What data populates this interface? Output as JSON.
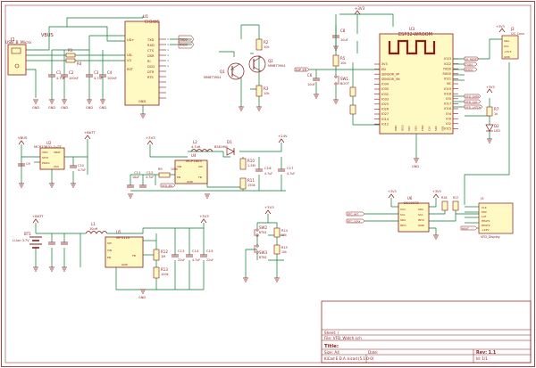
{
  "esp32": {
    "ref": "U3",
    "name": "ESP32-WROOM",
    "pins_left": [
      "3V3",
      "EN",
      "SENSOR_VP",
      "SENSOR_VN",
      "IO34",
      "IO35",
      "IO32",
      "IO33",
      "IO25",
      "IO26",
      "IO27",
      "IO14",
      "IO12"
    ],
    "pins_right": [
      "IO23",
      "IO22",
      "TXD0",
      "RXD0",
      "IO21",
      "NC",
      "IO19",
      "IO18",
      "IO5",
      "IO17",
      "IO16",
      "IO4",
      "IO0",
      "IO2",
      "IO15"
    ],
    "pins_bottom": [
      "GND",
      "IO13",
      "SD2",
      "SD3",
      "CMD",
      "CLK",
      "SD0",
      "SD1"
    ],
    "nets_right": [
      "IO_RESET",
      "TXD0",
      "RXD0",
      "VFD_DATA",
      "VFD_CLK",
      "VFD_LATCH"
    ],
    "gnd": "GND"
  },
  "usb": {
    "ref": "J1",
    "name": "USB_B_Micro",
    "vbus": "VBUS"
  },
  "ch340": {
    "ref": "U1",
    "name": "CH340C",
    "pins_left": [
      "UD+",
      "UD-",
      "V3",
      "RST"
    ],
    "pins_right": [
      "TXD",
      "RXD",
      "CTS",
      "DSR",
      "RI",
      "DCD",
      "DTR",
      "RTS"
    ],
    "pins_bottom": [
      "GND"
    ]
  },
  "transistors": [
    {
      "ref": "Q1",
      "name": "MMBT3904",
      "bias": "R2",
      "bias_value": "10k"
    },
    {
      "ref": "Q2",
      "name": "MMBT3904",
      "bias": "R3",
      "bias_value": "10k"
    }
  ],
  "caps_usb": [
    {
      "ref": "C1",
      "value": "4.7uF"
    },
    {
      "ref": "C2",
      "value": "100nF"
    },
    {
      "ref": "C3",
      "value": "4.7uF"
    },
    {
      "ref": "C4",
      "value": "100nF"
    }
  ],
  "usb_resistors": [
    {
      "ref": "R1",
      "value": "22"
    },
    {
      "ref": "R4",
      "value": "22"
    }
  ],
  "en_circuit": {
    "resistor": {
      "ref": "R5",
      "value": "10k"
    },
    "cap": {
      "ref": "C6",
      "value": "10uF"
    },
    "sw": {
      "ref": "SW1",
      "label": "BOOT"
    },
    "net": "ESP_EN",
    "supply": "+3V3"
  },
  "top_cap": {
    "ref": "C8",
    "value": "10uF"
  },
  "led": {
    "ref": "D2",
    "label": "LED",
    "resistor": "R7",
    "value": "1k"
  },
  "connector": {
    "ref": "J2",
    "name": "I2C_Conn",
    "pins": [
      "SDA",
      "SCL",
      "+3V3",
      "GND"
    ]
  },
  "battery_charger": {
    "ref": "U2",
    "name": "MCP73831-2-OT",
    "pins": [
      "VDD",
      "STAT",
      "PROG",
      "VBAT",
      "VSS"
    ],
    "input": "VBUS",
    "output": "+BATT",
    "cap_in": {
      "ref": "C9",
      "value": "4.7uF"
    },
    "cap_out": {
      "ref": "C10",
      "value": "4.7uF"
    }
  },
  "ldo": {
    "ref": "U4",
    "name": "MCP1603",
    "inductor": {
      "ref": "L2",
      "value": "4.7uH"
    },
    "diode": {
      "ref": "D1",
      "value": "B5819W"
    },
    "pins": [
      "VIN",
      "SW",
      "EN",
      "FB",
      "GND"
    ],
    "resistors": [
      {
        "ref": "R9",
        "value": "100k"
      },
      {
        "ref": "R10",
        "value": "1.5M"
      },
      {
        "ref": "R11",
        "value": "150k"
      }
    ],
    "caps": [
      {
        "ref": "C11",
        "value": "10uF"
      },
      {
        "ref": "C12",
        "value": "4.7uF"
      },
      {
        "ref": "C16",
        "value": "4.7uF"
      },
      {
        "ref": "C17",
        "value": "4.7uF"
      }
    ],
    "net": "VFD_EN",
    "output": "+24V"
  },
  "battery": {
    "ref": "BT1",
    "value": "Li-Ion 3.7V",
    "net": "+BATT"
  },
  "boost": {
    "ref": "U5",
    "name": "MP3120",
    "inductor": {
      "ref": "L1",
      "value": "10uH"
    },
    "pins": [
      "SW",
      "VIN",
      "EN",
      "FB",
      "GND"
    ],
    "resistors": [
      {
        "ref": "R12",
        "value": "1M"
      },
      {
        "ref": "R13",
        "value": "100k"
      }
    ],
    "caps": [
      {
        "ref": "C13",
        "value": "22uF"
      },
      {
        "ref": "C14",
        "value": "4.7uF"
      },
      {
        "ref": "C15",
        "value": "22uF"
      }
    ],
    "output": "+3V3"
  },
  "buttons": [
    {
      "ref": "SW2",
      "label": "BTN1",
      "resistor": "R14",
      "value": "10k"
    },
    {
      "ref": "SW3",
      "label": "BTN2",
      "resistor": "R15",
      "value": "10k"
    }
  ],
  "rtc": {
    "ref": "U6",
    "name": "DS1307Z",
    "pins_left": [
      "VCC",
      "SCL",
      "SDA",
      "INT1"
    ],
    "pins_right": [
      "SDA",
      "SCL",
      "INT2",
      "GND"
    ],
    "pullups": [
      {
        "ref": "R16",
        "value": "10k"
      },
      {
        "ref": "R17",
        "value": "10k"
      }
    ],
    "nets": [
      "RTC_INT",
      "RTC_SQW"
    ]
  },
  "vfd_header": {
    "ref": "J3",
    "name": "VFD_Display",
    "pins": [
      "CLK",
      "DIN",
      "LAT",
      "HEAT1",
      "HEAT2",
      "+24V"
    ],
    "net_labels": [
      "VFD_CLK",
      "VFD_DATA",
      "VFD_LATCH",
      "HEAT"
    ]
  },
  "supplies": [
    "+3V3",
    "+BATT",
    "VBUS",
    "+24V",
    "GND"
  ],
  "title_block": {
    "sheet_label": "Sheet: /",
    "file_label": "File: VFD_Watch.sch",
    "title_label": "Title:",
    "size_label": "Size: A4",
    "date_label": "Date:",
    "rev_label": "Rev: 1.1",
    "kicad_label": "KiCad E.D.A.  kicad (5.1.0-0)",
    "id_label": "Id: 1/1"
  },
  "colors": {
    "wire": "#0a7a2e",
    "symbol_body": "#fff9c4",
    "symbol_outline": "#8b1a1a",
    "text": "#8b1a1a",
    "label": "#0a7a2e",
    "frame": "#8b1a1a"
  }
}
